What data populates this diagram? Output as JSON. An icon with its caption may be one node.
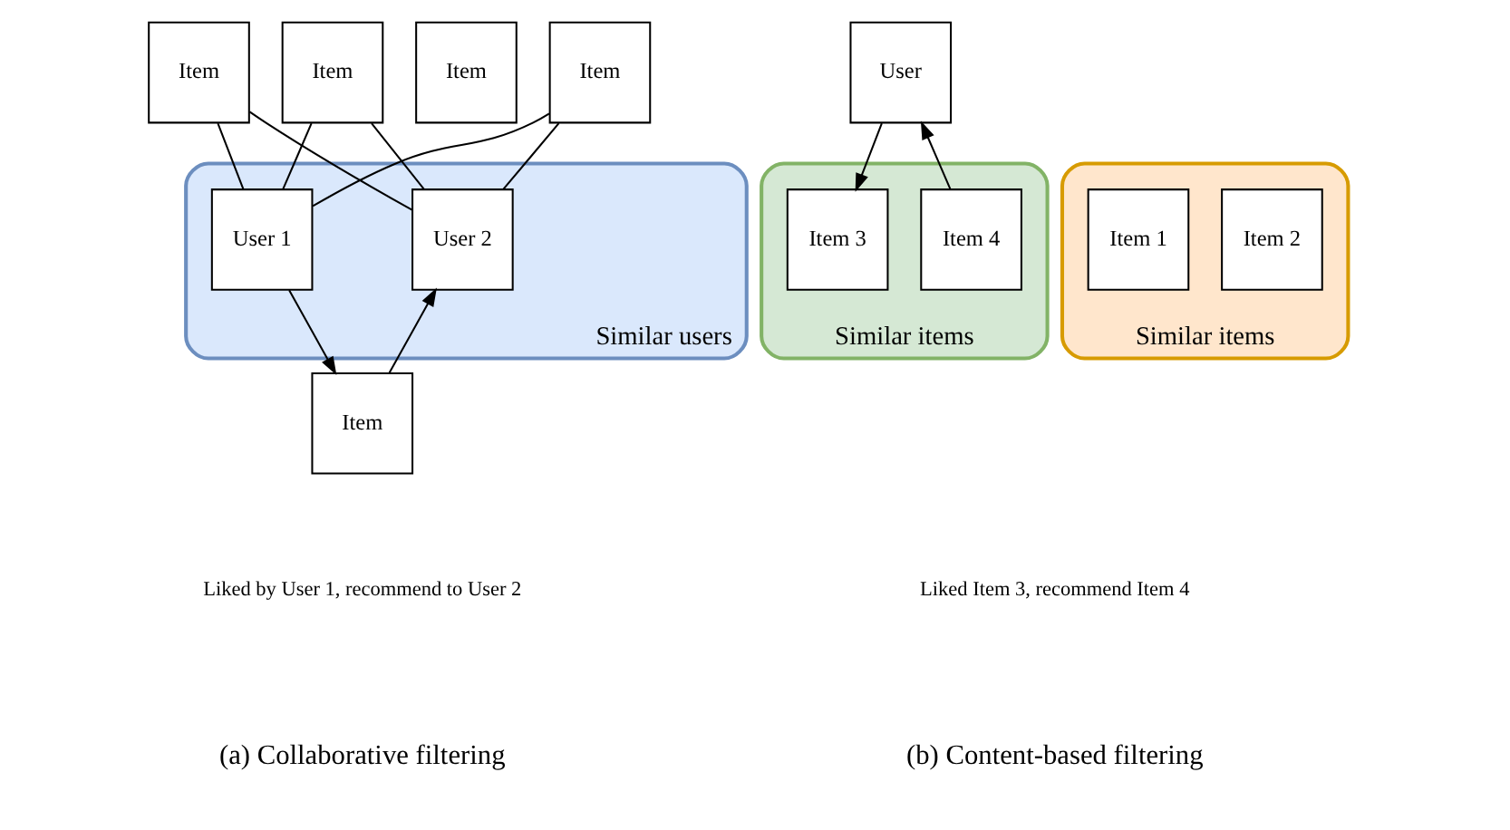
{
  "diagram": {
    "nodes": [
      {
        "text": [
          "Item"
        ]
      },
      {
        "text": [
          "Item"
        ]
      },
      {
        "text": [
          "Item"
        ]
      },
      {
        "text": [
          "Item"
        ]
      },
      {
        "text": [
          "Similar users"
        ]
      },
      {
        "text": [
          "User 1"
        ],
        "in": 4
      },
      {
        "text": [
          "User 2"
        ],
        "in": 4
      },
      {
        "text": [
          "Item"
        ]
      },
      {
        "text": [
          "User"
        ]
      },
      {
        "text": [
          "Similar items"
        ]
      },
      {
        "text": [
          "Item 1"
        ],
        "in": 9
      },
      {
        "text": [
          "Item 2"
        ],
        "in": 9
      },
      {
        "text": [
          "Similar items"
        ]
      },
      {
        "text": [
          "Item 3"
        ],
        "in": 12
      },
      {
        "text": [
          "Item 4"
        ],
        "in": 12
      }
    ],
    "edges": [
      {
        "from": 0,
        "to": 5,
        "arrow": "none"
      },
      {
        "from": 0,
        "to": 6,
        "arrow": "none"
      },
      {
        "from": 1,
        "to": 5,
        "arrow": "none"
      },
      {
        "from": 1,
        "to": 6,
        "arrow": "none"
      },
      {
        "from": 3,
        "to": 5,
        "arrow": "none"
      },
      {
        "from": 3,
        "to": 6,
        "arrow": "none"
      },
      {
        "from": 5,
        "to": 7,
        "arrow": "to"
      },
      {
        "from": 7,
        "to": 6,
        "arrow": "to"
      },
      {
        "from": 8,
        "to": 13,
        "arrow": "to"
      },
      {
        "from": 14,
        "to": 8,
        "arrow": "to"
      }
    ],
    "labels": [
      "Liked by User 1, recommend to User 2",
      "Liked Item 3, recommend Item 4",
      "(a) Collaborative filtering",
      "(b) Content-based filtering"
    ]
  }
}
